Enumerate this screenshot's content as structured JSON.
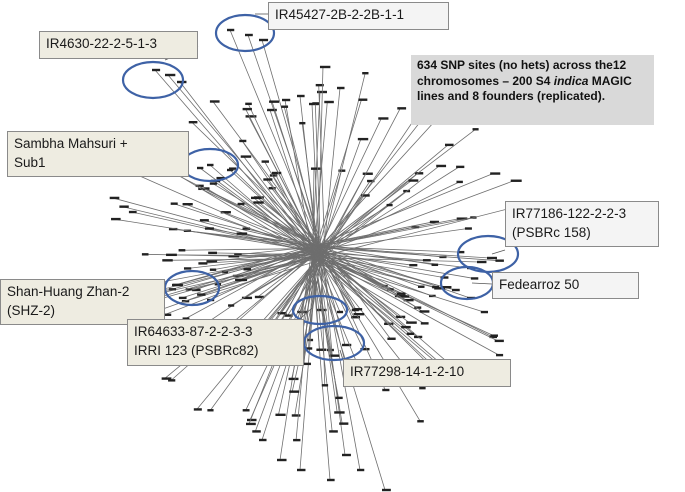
{
  "info_box": {
    "part1": "634 SNP sites (no hets) across the12 chromosomes – 200 S4 ",
    "part2": "indica",
    "part3": " MAGIC lines and 8 founders (replicated)."
  },
  "callouts": {
    "ir45427": "IR45427-2B-2-2B-1-1",
    "ir4630": "IR4630-22-2-5-1-3",
    "sambha_line1": "Sambha Mahsuri +",
    "sambha_line2": "Sub1",
    "ir77186_line1": "IR77186-122-2-2-3",
    "ir77186_line2": "(PSBRc 158)",
    "fedearroz": "Fedearroz 50",
    "shz_line1": "Shan-Huang Zhan-2",
    "shz_line2": "(SHZ-2)",
    "ir64633_line1": "IR64633-87-2-2-3-3",
    "ir64633_line2": "IRRI 123 (PSBRc82)",
    "ir77298": "IR77298-14-1-2-10"
  },
  "colors": {
    "circle": "#3e62a6",
    "branch": "#6e6e6e",
    "callout_beige": "#eeece1",
    "info_grey": "#d9d9d9"
  }
}
